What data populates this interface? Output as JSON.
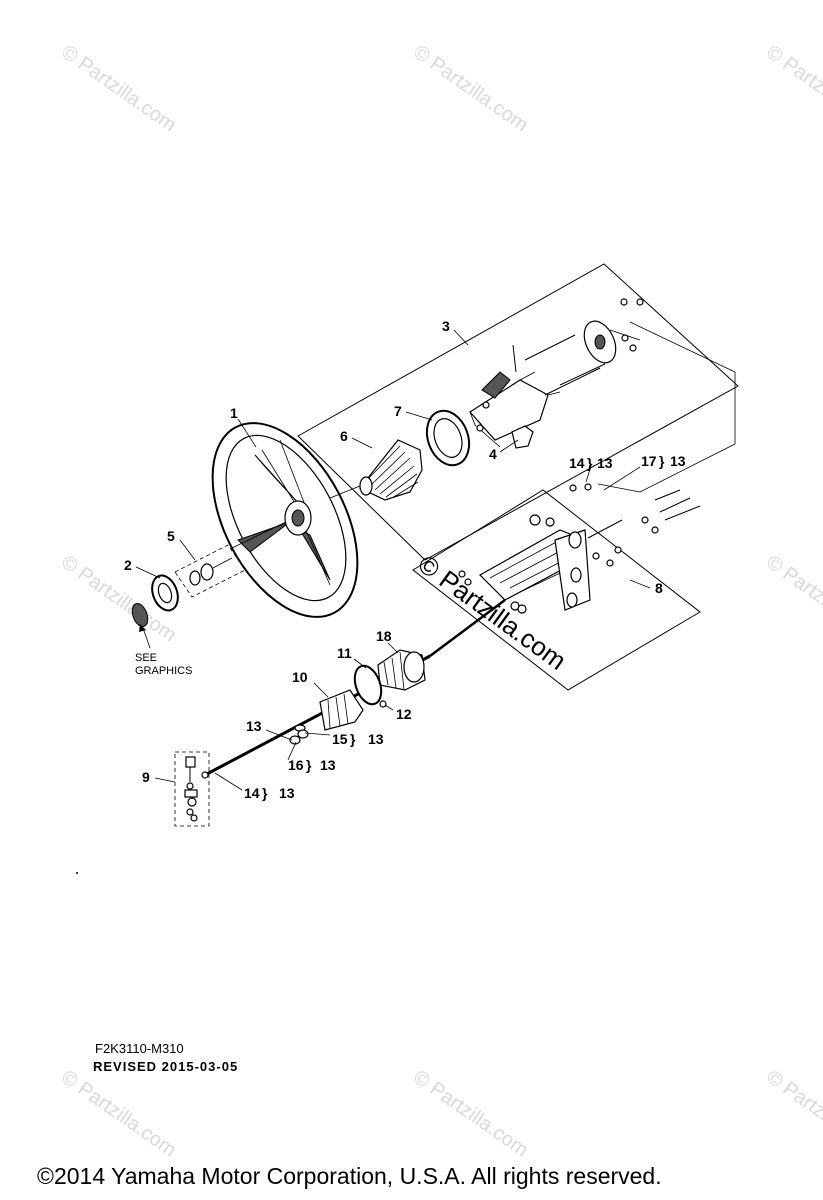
{
  "watermark": {
    "text": "© Partzilla.com"
  },
  "callouts": {
    "c1": "1",
    "c2": "2",
    "c3": "3",
    "c4": "4",
    "c5": "5",
    "c6": "6",
    "c7": "7",
    "c8": "8",
    "c9": "9",
    "c10": "10",
    "c11": "11",
    "c12": "12",
    "c13": "13",
    "c18": "18",
    "ref14a": "14",
    "ref14a_to": "13",
    "ref17": "17",
    "ref17_to": "13",
    "ref15": "15",
    "ref15_to": "13",
    "ref16": "16",
    "ref16_to": "13",
    "ref14b": "14",
    "ref14b_to": "13"
  },
  "notes": {
    "see_line1": "SEE",
    "see_line2": "GRAPHICS"
  },
  "footer": {
    "code": "F2K3110-M310",
    "revised": "REVISED 2015-03-05",
    "copyright": "©2014  Yamaha Motor Corporation, U.S.A. All rights reserved."
  }
}
